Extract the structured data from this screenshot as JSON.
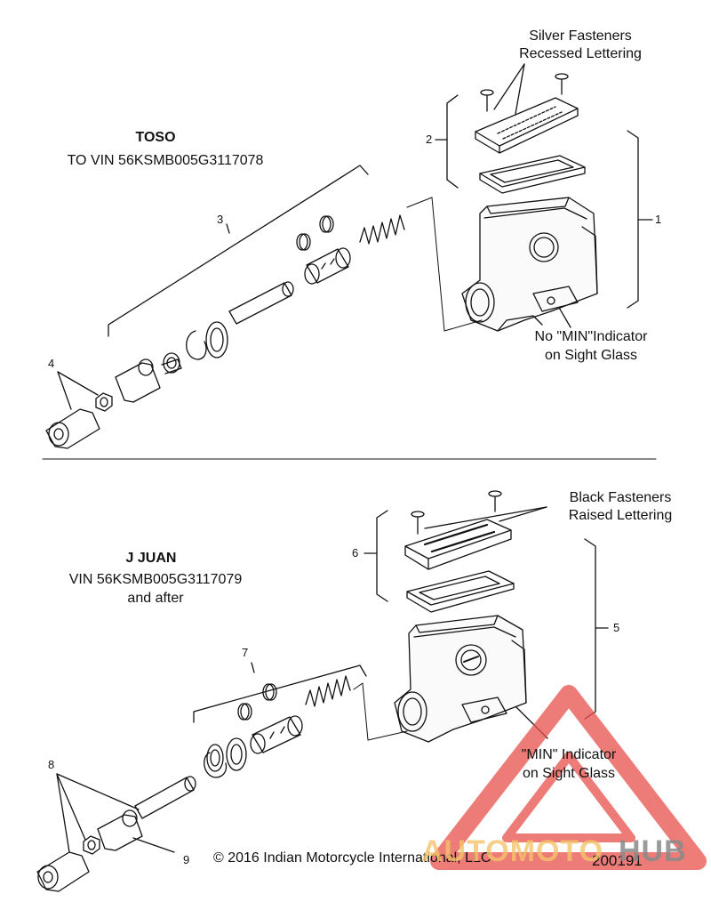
{
  "top_section": {
    "title": "TOSO",
    "vin": "TO  VIN 56KSMB005G3117078",
    "fastener_note_line1": "Silver Fasteners",
    "fastener_note_line2": "Recessed Lettering",
    "indicator_note_line1": "No \"MIN\"Indicator",
    "indicator_note_line2": "on Sight Glass",
    "callouts": [
      "1",
      "2",
      "3",
      "4"
    ]
  },
  "bottom_section": {
    "title": "J JUAN",
    "vin": "VIN 56KSMB005G3117079",
    "vin_after": "and after",
    "fastener_note_line1": "Black Fasteners",
    "fastener_note_line2": "Raised Lettering",
    "indicator_note_line1": "\"MIN\" Indicator",
    "indicator_note_line2": "on Sight Glass",
    "callouts": [
      "5",
      "6",
      "7",
      "8",
      "9"
    ]
  },
  "footer": {
    "copyright": "© 2016 Indian Motorcycle International, LLC",
    "figure_number": "200191"
  },
  "watermark": {
    "part1": "AUTOMOTO",
    "part2": "HUB",
    "color1": "#f5c46b",
    "color2": "#8a8a8a",
    "triangle_color": "#e8504a"
  }
}
